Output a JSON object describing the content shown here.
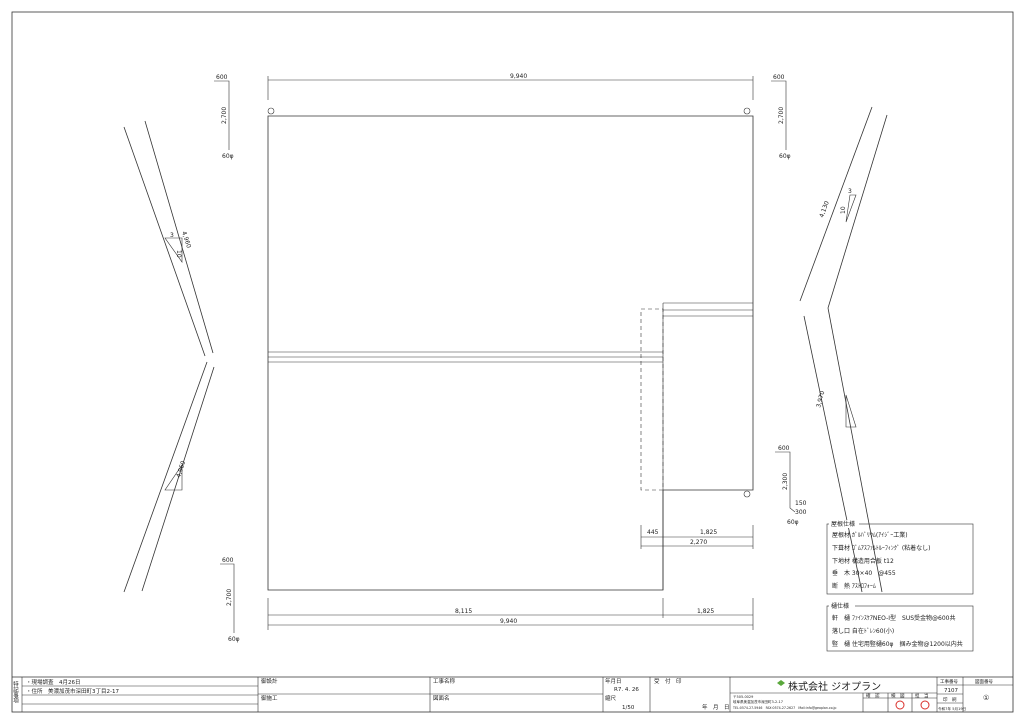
{
  "drawing": {
    "overall_width": "9,940",
    "bottom_left": "8,115",
    "bottom_right": "1,825",
    "bottom_total": "9,940",
    "side_short": "445",
    "side_long": "1,825",
    "side_total": "2,270",
    "diag_left_upper": "4,960",
    "diag_left_lower": "4,960",
    "diag_right_upper": "4,130",
    "diag_right_lower": "3,970",
    "slope_rise": "3",
    "slope_run": "10",
    "gutters": [
      {
        "top": "600",
        "height": "2,700",
        "pipe": "60φ"
      },
      {
        "top": "600",
        "height": "2,700",
        "pipe": "60φ"
      },
      {
        "top": "600",
        "height": "2,700",
        "pipe": "60φ"
      },
      {
        "top": "600",
        "height": "2,300",
        "pipe": "60φ",
        "extra1": "150",
        "extra2": "300"
      }
    ]
  },
  "roof_spec": {
    "title": "屋根仕様",
    "lines": [
      "屋根材 ｶﾞﾙﾊﾞﾘｳﾑ(ｱｲｼﾞｰ工業)",
      "下葺材 ｺﾞﾑｱｽﾌｧﾙﾄﾙｰﾌｨﾝｸﾞ (粘着なし)",
      "下地材 構造用合板  t12",
      "垂　木 30×40　@455",
      "断　熱 ｱｽﾄﾛﾌｫｰﾑ"
    ]
  },
  "gutter_spec": {
    "title": "樋仕様",
    "lines": [
      "軒　樋 ﾌｧｲﾝｽｹｱNEO-Ⅰ型　SUS受金物@600共",
      "落し口 自在ﾄﾞﾚﾝ60(小)",
      "竪　樋 住宅用竪樋60φ　掴み金物@1200以内共"
    ]
  },
  "title_block": {
    "side_label": "特記事項",
    "notes": [
      "・現場調査　4月26日",
      "・住所　美濃加茂市深田町3丁目2-17",
      "",
      ""
    ],
    "designer_label": "御設計",
    "builder_label": "御施工",
    "project_label": "工事名称",
    "drawing_label": "図面名",
    "date_label": "年月日",
    "date_value": "R7. 4. 26",
    "scale_label": "縮尺",
    "scale_value": "1/50",
    "stamp_label": "受　付　印",
    "stamp_date": "年　月　日",
    "company": "株式会社 ジオプラン",
    "address1": "〒505-0029",
    "address2": "岐阜県美濃加茂市深田町3-2-17",
    "contact": "TEL:0574-27-5946　FAX:0574-27-2627　Mail:info@geoplan.co.jp",
    "approval_labels": [
      "確　認",
      "検　図",
      "担　当"
    ],
    "job_no_label": "工事番号",
    "job_no": "7107",
    "print_label": "印　刷",
    "print_date": "令和7年 5月19日",
    "drawing_no_label": "図面番号",
    "drawing_no": "①"
  },
  "colors": {
    "line": "#333333",
    "stamp": "#d9302b",
    "logo": "#5aa83c"
  }
}
